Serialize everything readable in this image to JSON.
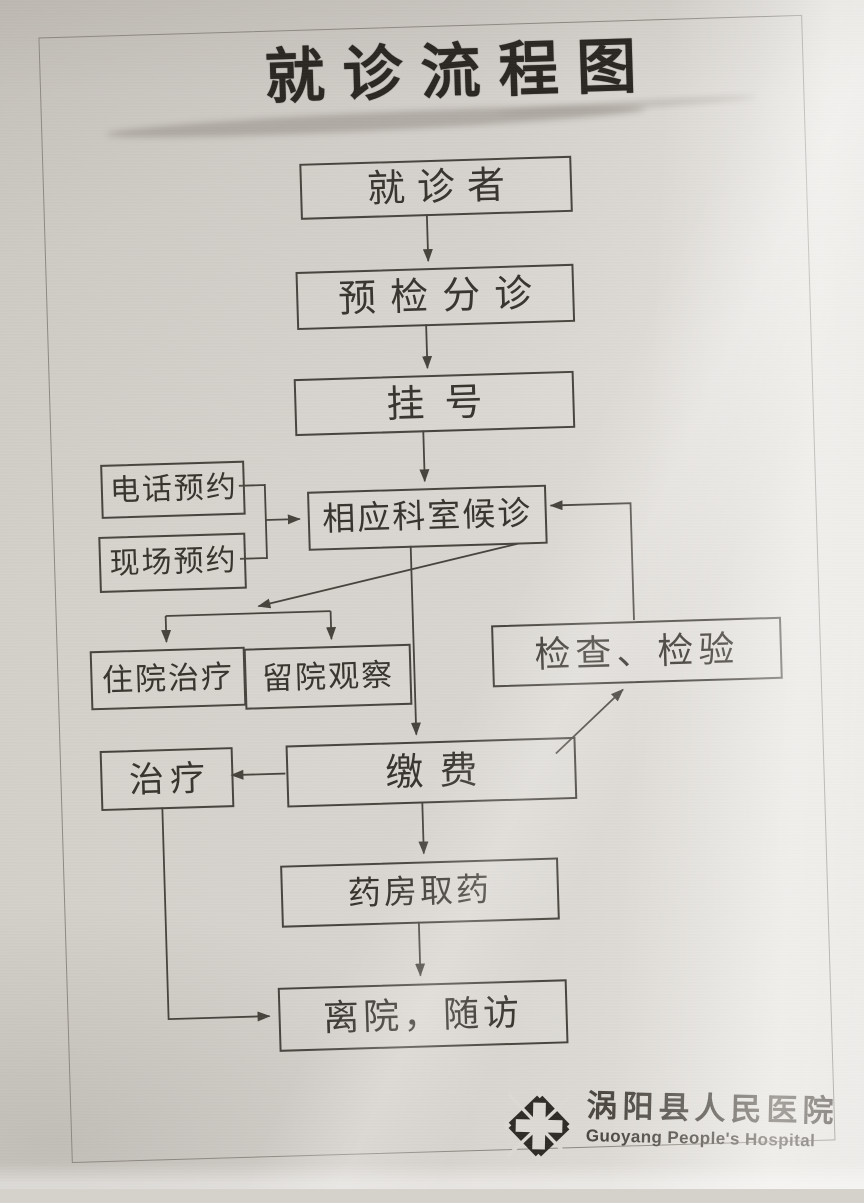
{
  "page": {
    "title": "就诊流程图",
    "paper_color": "#d6d2cd",
    "ink_color": "#37332d"
  },
  "flowchart": {
    "nodes": [
      {
        "id": "visitor",
        "label": "就诊者"
      },
      {
        "id": "triage",
        "label": "预检分诊"
      },
      {
        "id": "register",
        "label": "挂号"
      },
      {
        "id": "phone-appointment",
        "label": "电话预约"
      },
      {
        "id": "onsite-appointment",
        "label": "现场预约"
      },
      {
        "id": "dept-waiting",
        "label": "相应科室候诊"
      },
      {
        "id": "inpatient",
        "label": "住院治疗"
      },
      {
        "id": "observation",
        "label": "留院观察"
      },
      {
        "id": "exam",
        "label": "检查、检验"
      },
      {
        "id": "treatment",
        "label": "治疗"
      },
      {
        "id": "payment",
        "label": "缴费"
      },
      {
        "id": "pharmacy",
        "label": "药房取药"
      },
      {
        "id": "discharge",
        "label": "离院，随访"
      }
    ],
    "edges": [
      {
        "from": "visitor",
        "to": "triage"
      },
      {
        "from": "triage",
        "to": "register"
      },
      {
        "from": "register",
        "to": "dept-waiting"
      },
      {
        "from": "phone-appointment",
        "to": "dept-waiting"
      },
      {
        "from": "onsite-appointment",
        "to": "dept-waiting"
      },
      {
        "from": "dept-waiting",
        "to": "inpatient"
      },
      {
        "from": "dept-waiting",
        "to": "observation"
      },
      {
        "from": "dept-waiting",
        "to": "payment"
      },
      {
        "from": "exam",
        "to": "dept-waiting"
      },
      {
        "from": "payment",
        "to": "treatment"
      },
      {
        "from": "payment",
        "to": "exam"
      },
      {
        "from": "payment",
        "to": "pharmacy"
      },
      {
        "from": "pharmacy",
        "to": "discharge"
      },
      {
        "from": "treatment",
        "to": "discharge"
      }
    ]
  },
  "footer": {
    "hospital_name_zh": "涡阳县人民医院",
    "hospital_name_en": "Guoyang People's Hospital"
  }
}
